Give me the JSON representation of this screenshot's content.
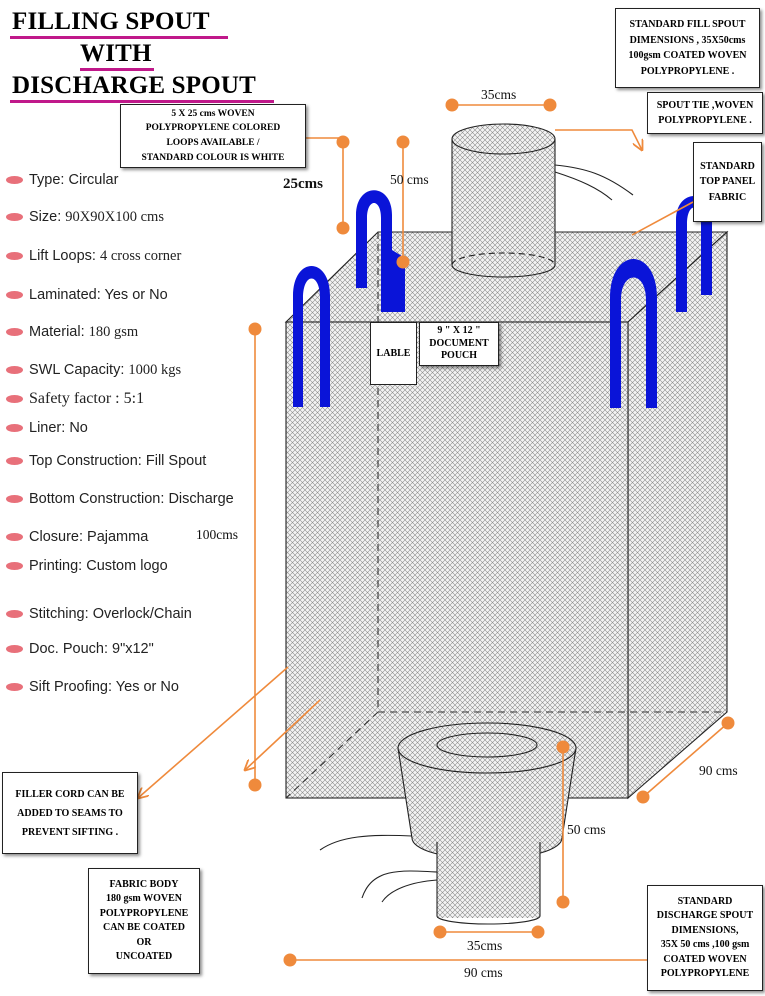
{
  "title": {
    "line1": "FILLING SPOUT",
    "line2": "WITH",
    "line3": "DISCHARGE SPOUT"
  },
  "specs": [
    {
      "label": "Type:",
      "value": "Circular"
    },
    {
      "label": "Size:",
      "value": "90X90X100 cms"
    },
    {
      "label": "Lift Loops:",
      "value": "4 cross corner"
    },
    {
      "label": "Laminated:",
      "value": "Yes or No"
    },
    {
      "label": "Material:",
      "value": "180 gsm"
    },
    {
      "label": "SWL Capacity:",
      "value": "1000 kgs"
    },
    {
      "label": "Safety factor :",
      "value": "5:1"
    },
    {
      "label": "Liner:",
      "value": "No"
    },
    {
      "label": "Top Construction:",
      "value": "Fill Spout"
    },
    {
      "label": "Bottom Construction:",
      "value": "Discharge"
    },
    {
      "label": "Closure:",
      "value": "Pajamma"
    },
    {
      "label": "Printing:",
      "value": "Custom logo"
    },
    {
      "label": "Stitching:",
      "value": "Overlock/Chain"
    },
    {
      "label": "Doc. Pouch:",
      "value": "9\"x12\""
    },
    {
      "label": "Sift Proofing:",
      "value": "Yes or No"
    }
  ],
  "callouts": {
    "fill_spout": "STANDARD FILL SPOUT\nDIMENSIONS ,  35X50cms\n100gsm  COATED WOVEN\nPOLYPROPYLENE .",
    "spout_tie": "SPOUT TIE ,WOVEN\nPOLYPROPYLENE .",
    "top_panel": "STANDARD\nTOP PANEL\nFABRIC",
    "loops": "5 X 25 cms     WOVEN\nPOLYPROPYLENE COLORED\nLOOPS AVAILABLE /\nSTANDARD COLOUR IS WHITE",
    "label": "LABLE",
    "pouch": "9 \" X 12 \"\nDOCUMENT\nPOUCH",
    "filler_cord": "FILLER CORD CAN BE\nADDED TO SEAMS TO\nPREVENT SIFTING .",
    "fabric_body": "FABRIC BODY\n180 gsm  WOVEN\nPOLYPROPYLENE\nCAN BE COATED\nOR\nUNCOATED",
    "discharge_spout": "STANDARD\nDISCHARGE SPOUT\nDIMENSIONS,\n35X 50 cms ,100 gsm\nCOATED WOVEN\nPOLYPROPYLENE"
  },
  "dimensions": {
    "top_spout_width": "35cms",
    "loop_height": "25cms",
    "top_spout_height": "50 cms",
    "bag_height": "100cms",
    "bag_depth": "90  cms",
    "bottom_spout_height": "50 cms",
    "bottom_spout_width": "35cms",
    "bag_width": "90  cms"
  },
  "colors": {
    "loop": "#0a14d8",
    "dimension_line": "#ef8a3c",
    "title_underline": "#c0188a",
    "spec_bullet": "#e8707a",
    "fabric_mesh": "#8a8a8a"
  }
}
